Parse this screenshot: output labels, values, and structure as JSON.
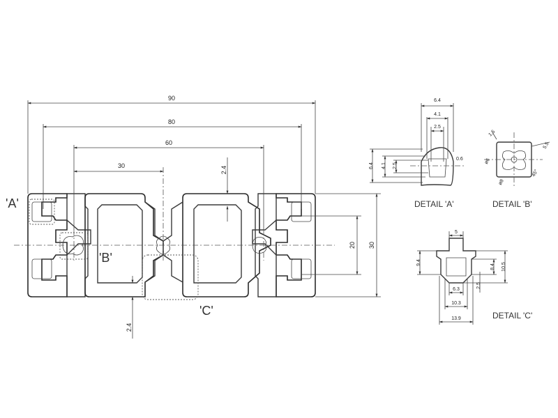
{
  "main_view": {
    "dims": {
      "d90": "90",
      "d80": "80",
      "d60": "60",
      "d30_top": "30",
      "d24_top": "2.4",
      "d20": "20",
      "d30_right": "30",
      "d24_bottom": "2.4"
    },
    "section_labels": {
      "a": "'A'",
      "b": "'B'",
      "c": "'C'"
    }
  },
  "detail_a": {
    "title": "DETAIL 'A'",
    "dims": {
      "d64_top": "6.4",
      "d41_top": "4.1",
      "d25_top": "2.5",
      "d64_left": "6.4",
      "d41_left": "4.1",
      "d25_left": "2.5",
      "d06": "0.6"
    }
  },
  "detail_b": {
    "title": "DETAIL 'B'",
    "dims": {
      "d15": "1.5",
      "d55": "5.5",
      "d06": "ø6",
      "d8": "ø8",
      "d45": "45°"
    }
  },
  "detail_c": {
    "title": "DETAIL 'C'",
    "dims": {
      "d5": "5",
      "d94": "9.4",
      "d84": "8.4",
      "d105": "10.5",
      "d25": "2.5",
      "d63": "6.3",
      "d103": "10.3",
      "d139": "13.9"
    }
  }
}
